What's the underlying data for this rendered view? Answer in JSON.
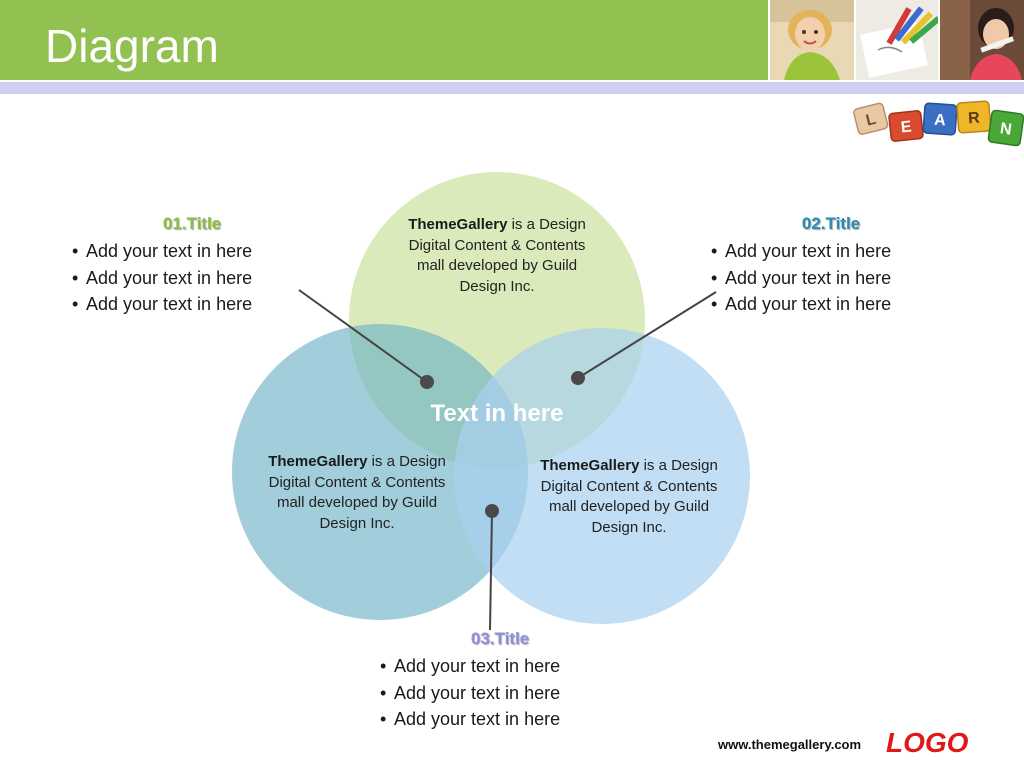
{
  "header": {
    "title": "Diagram"
  },
  "logo_art": {
    "letters": [
      "L",
      "E",
      "A",
      "R",
      "N"
    ]
  },
  "circles": {
    "top": {
      "brand": "ThemeGallery",
      "rest": " is a Design Digital Content & Contents mall developed by Guild Design Inc."
    },
    "left": {
      "brand": "ThemeGallery",
      "rest": " is a Design Digital Content & Contents mall developed by Guild Design Inc."
    },
    "right": {
      "brand": "ThemeGallery",
      "rest": " is a Design Digital Content & Contents mall developed by Guild Design Inc."
    },
    "center_label": "Text in here"
  },
  "blocks": [
    {
      "title": "01.Title",
      "bullets": [
        "Add your text in here",
        "Add your text in here",
        "Add your text in here"
      ]
    },
    {
      "title": "02.Title",
      "bullets": [
        "Add your text in here",
        "Add your text in here",
        "Add your text in here"
      ]
    },
    {
      "title": "03.Title",
      "bullets": [
        "Add your text in here",
        "Add your text in here",
        "Add your text in here"
      ]
    }
  ],
  "footer": {
    "url": "www.themegallery.com",
    "logo": "LOGO"
  },
  "colors": {
    "header_green": "#92c051",
    "header_stripe": "#cdd0f2",
    "circle_top": "#d5e6ae",
    "circle_left": "#6fb3c6",
    "circle_right": "#a8d0f0",
    "title1": "#8cbf3f",
    "title2": "#2b8ab0",
    "title3": "#8f8fe0",
    "logo_red": "#e01818"
  }
}
